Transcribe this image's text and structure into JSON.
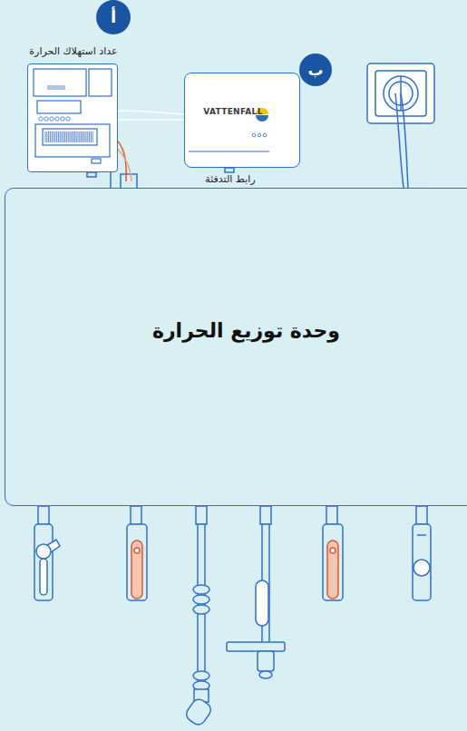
{
  "diagram": {
    "nodes": [
      {
        "text": [
          "عداد استهلاك الحرارة"
        ]
      },
      {
        "text": [
          "VATTENFALL",
          "رابط التدفئة"
        ]
      },
      {
        "text": [
          "وحدة توزيع الحرارة"
        ]
      }
    ],
    "edges": [
      {
        "from": 0,
        "to": 1,
        "arrow": "none"
      },
      {
        "from": 0,
        "to": 2,
        "arrow": "none"
      }
    ],
    "labels": [
      "أ",
      "ب"
    ]
  }
}
